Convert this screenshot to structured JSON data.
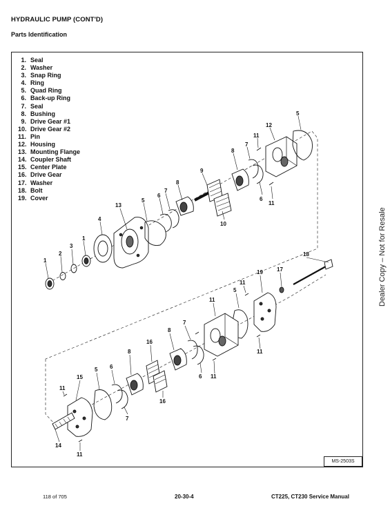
{
  "header": {
    "title": "HYDRAULIC PUMP (CONT'D)",
    "subtitle": "Parts Identification"
  },
  "legend": [
    {
      "num": "1.",
      "label": "Seal"
    },
    {
      "num": "2.",
      "label": "Washer"
    },
    {
      "num": "3.",
      "label": "Snap Ring"
    },
    {
      "num": "4.",
      "label": "Ring"
    },
    {
      "num": "5.",
      "label": "Quad Ring"
    },
    {
      "num": "6.",
      "label": "Back-up Ring"
    },
    {
      "num": "7.",
      "label": "Seal"
    },
    {
      "num": "8.",
      "label": "Bushing"
    },
    {
      "num": "9.",
      "label": "Drive Gear #1"
    },
    {
      "num": "10.",
      "label": "Drive Gear #2"
    },
    {
      "num": "11.",
      "label": "Pin"
    },
    {
      "num": "12.",
      "label": "Housing"
    },
    {
      "num": "13.",
      "label": "Mounting Flange"
    },
    {
      "num": "14.",
      "label": "Coupler Shaft"
    },
    {
      "num": "15.",
      "label": "Center Plate"
    },
    {
      "num": "16.",
      "label": "Drive Gear"
    },
    {
      "num": "17.",
      "label": "Washer"
    },
    {
      "num": "18.",
      "label": "Bolt"
    },
    {
      "num": "19.",
      "label": "Cover"
    }
  ],
  "callouts": {
    "c1a": "1",
    "c2": "2",
    "c3": "3",
    "c1b": "1",
    "c4": "4",
    "c13": "13",
    "c5a": "5",
    "c6a": "6",
    "c7a": "7",
    "c8a": "8",
    "c9": "9",
    "c10": "10",
    "c8b": "8",
    "c7b": "7",
    "c11a": "11",
    "c12": "12",
    "c5b": "5",
    "c6b": "6",
    "c11b": "11",
    "c18": "18",
    "c17": "17",
    "c19": "19",
    "c11c": "11",
    "c5c": "5",
    "c11d": "11",
    "c7c": "7",
    "c8c": "8",
    "c6c": "6",
    "c11e": "11",
    "c11f": "11",
    "c16a": "16",
    "c8d": "8",
    "c5d": "5",
    "c6d": "6",
    "c15": "15",
    "c11g": "11",
    "c16b": "16",
    "c7d": "7",
    "c14": "14",
    "c11h": "11"
  },
  "figure_id": "MS-2503S",
  "side_notice": "Dealer Copy – Not for Resale",
  "footer": {
    "page_count": "118 of 705",
    "page_number": "20-30-4",
    "manual": "CT225, CT230 Service Manual"
  }
}
